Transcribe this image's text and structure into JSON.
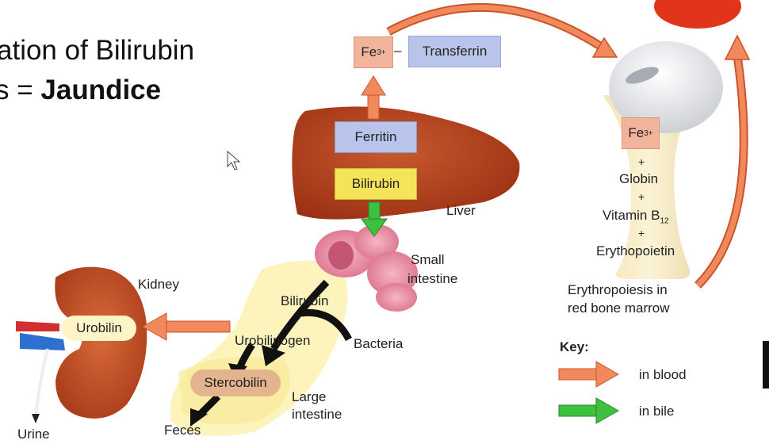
{
  "title": {
    "line1": "ation of Bilirubin",
    "line2_prefix": "s = ",
    "line2_bold": "Jaundice"
  },
  "boxes": {
    "fe_top": "Fe",
    "fe_top_sup": "3+",
    "dash": "–",
    "transferrin": "Transferrin",
    "ferritin": "Ferritin",
    "bilirubin_liver": "Bilirubin",
    "fe_bone": "Fe",
    "fe_bone_sup": "3+",
    "urobilin": "Urobilin",
    "stercobilin": "Stercobilin"
  },
  "labels": {
    "liver": "Liver",
    "small_intestine_1": "Small",
    "small_intestine_2": "intestine",
    "kidney": "Kidney",
    "bilirubin_intestine": "Bilirubin",
    "urobilinogen": "Urobilinogen",
    "bacteria": "Bacteria",
    "large_intestine_1": "Large",
    "large_intestine_2": "intestine",
    "urine": "Urine",
    "feces": "Feces",
    "plus1": "+",
    "globin": "Globin",
    "plus2": "+",
    "vitamin": "Vitamin B",
    "vitamin_sub": "12",
    "plus3": "+",
    "erythopoietin": "Erythopoietin",
    "erythropoiesis_1": "Erythropoiesis in",
    "erythropoiesis_2": "red bone marrow"
  },
  "key": {
    "title": "Key:",
    "blood": "in blood",
    "bile": "in bile"
  },
  "colors": {
    "blood_arrow": "#f08a5d",
    "bile_arrow": "#3fbf3f",
    "liver": "#b8431e",
    "ferritin_box": "#b9c4ea",
    "bilirubin_box": "#f5e35a",
    "fe_box": "#f2b49a",
    "transferrin_box": "#b9c4ea"
  }
}
